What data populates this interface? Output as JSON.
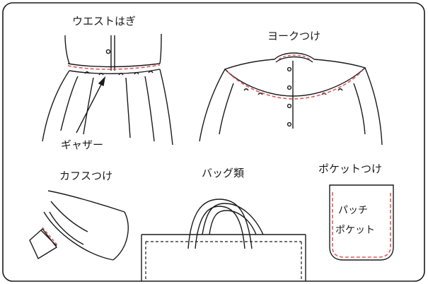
{
  "labels": {
    "waist": "ウエストはぎ",
    "yoke": "ヨークつけ",
    "gather": "ギャザー",
    "cuffs": "カフスつけ",
    "bag": "バッグ類",
    "pocket": "ポケットつけ",
    "patch_line1": "パッチ",
    "patch_line2": "ポケット"
  },
  "colors": {
    "outline": "#1a1a1a",
    "stitch": "#e05a5a",
    "background": "#ffffff"
  }
}
